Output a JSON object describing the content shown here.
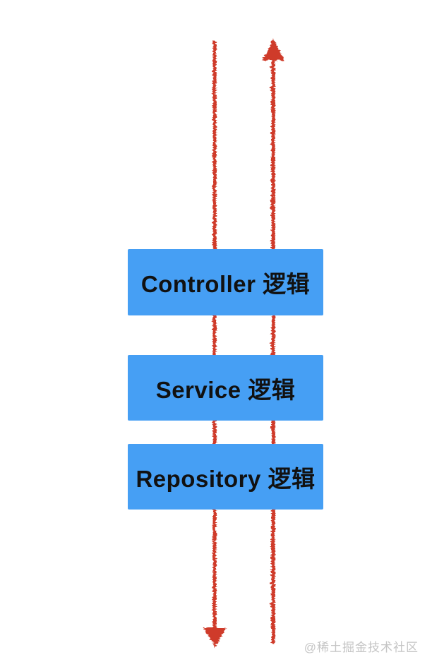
{
  "diagram": {
    "boxes": [
      {
        "id": "controller",
        "label": "Controller 逻辑"
      },
      {
        "id": "service",
        "label": "Service 逻辑"
      },
      {
        "id": "repository",
        "label": "Repository 逻辑"
      }
    ],
    "arrows": [
      {
        "id": "request-flow",
        "direction": "down",
        "side": "left"
      },
      {
        "id": "response-flow",
        "direction": "up",
        "side": "right"
      }
    ]
  },
  "watermark": {
    "text": "@稀土掘金技术社区"
  },
  "colors": {
    "box_blue": "#469ff4",
    "arrow_red": "#cf3b2a",
    "box_text": "#111111",
    "watermark_gray": "#c5c5c5",
    "background": "#ffffff"
  }
}
